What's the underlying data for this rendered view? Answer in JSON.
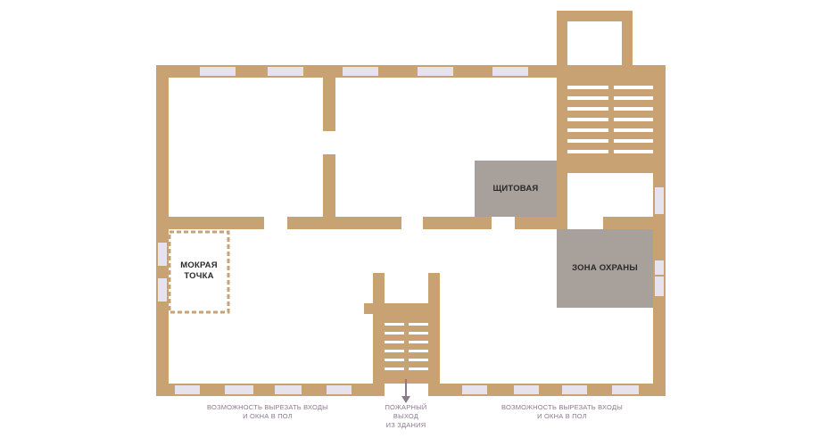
{
  "rooms": {
    "shchitovaya": "ЩИТОВАЯ",
    "security_zone": "ЗОНА ОХРАНЫ",
    "wet_point_line1": "МОКРАЯ",
    "wet_point_line2": "ТОЧКА"
  },
  "notes": {
    "cutouts_left": {
      "line1": "ВОЗМОЖНОСТЬ ВЫРЕЗАТЬ ВХОДЫ",
      "line2": "И ОКНА В ПОЛ"
    },
    "fire_exit": {
      "line1": "ПОЖАРНЫЙ",
      "line2": "ВЫХОД",
      "line3": "ИЗ ЗДАНИЯ"
    },
    "cutouts_right": {
      "line1": "ВОЗМОЖНОСТЬ ВЫРЕЗАТЬ ВХОДЫ",
      "line2": "И ОКНА В ПОЛ"
    }
  },
  "colors": {
    "wall": "#c9a274",
    "window": "#e6e3ee",
    "technical_room": "#a8a09a",
    "note_text": "#8a7a8a"
  }
}
